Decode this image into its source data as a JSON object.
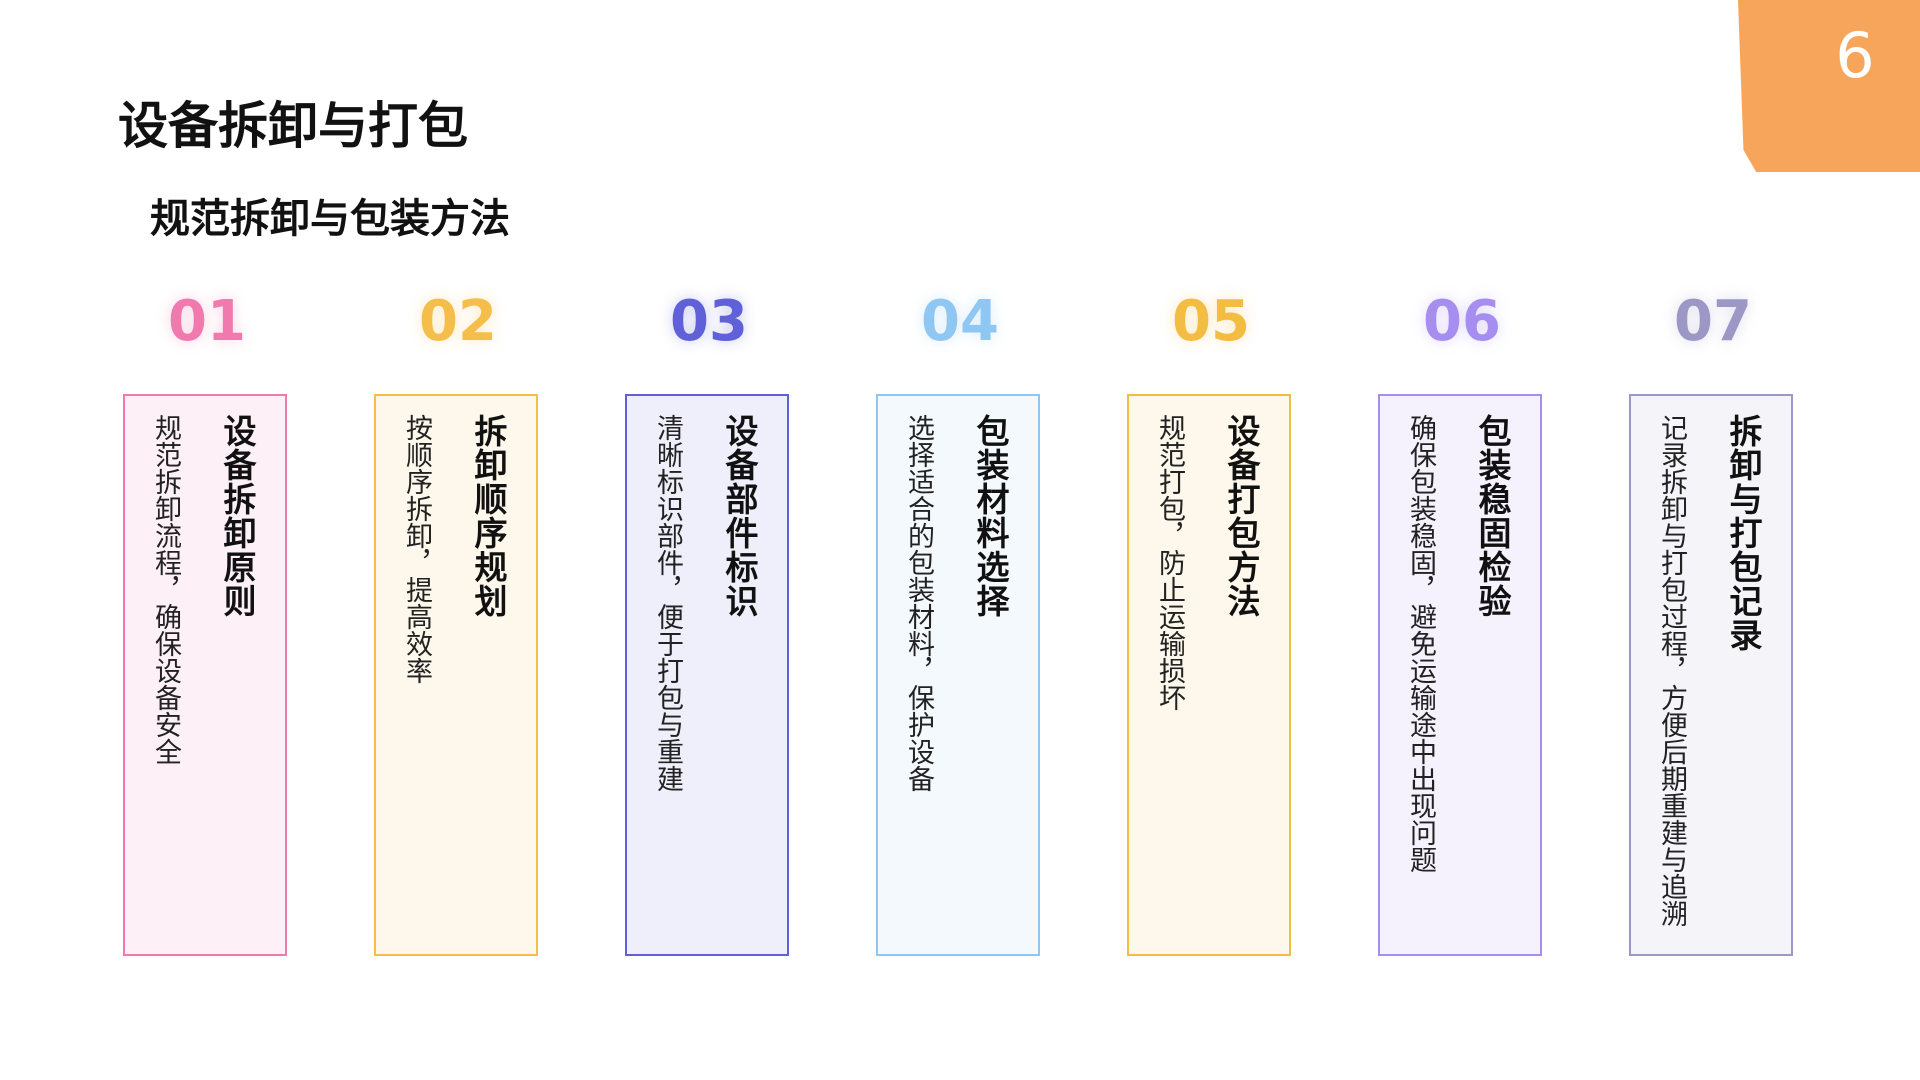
{
  "page_number": "6",
  "title": "设备拆卸与打包",
  "subtitle": "规范拆卸与包装方法",
  "steps": [
    {
      "num": "01",
      "heading": "设备拆卸原则",
      "desc": "规范拆卸流程，确保设备安全",
      "accent": "#f07aad",
      "card_bg": "#fdf0f6"
    },
    {
      "num": "02",
      "heading": "拆卸顺序规划",
      "desc": "按顺序拆卸，提高效率",
      "accent": "#f5be4b",
      "card_bg": "#fef8ec"
    },
    {
      "num": "03",
      "heading": "设备部件标识",
      "desc": "清晰标识部件，便于打包与重建",
      "accent": "#6060d8",
      "card_bg": "#efeffb"
    },
    {
      "num": "04",
      "heading": "包装材料选择",
      "desc": "选择适合的包装材料，保护设备",
      "accent": "#8fc7f2",
      "card_bg": "#f4f9fd"
    },
    {
      "num": "05",
      "heading": "设备打包方法",
      "desc": "规范打包，防止运输损坏",
      "accent": "#f3bc42",
      "card_bg": "#fef8ec"
    },
    {
      "num": "06",
      "heading": "包装稳固检验",
      "desc": "确保包装稳固，避免运输途中出现问题",
      "accent": "#a58ef0",
      "card_bg": "#f5f2fd"
    },
    {
      "num": "07",
      "heading": "拆卸与打包记录",
      "desc": "记录拆卸与打包过程，方便后期重建与追溯",
      "accent": "#9b98c6",
      "card_bg": "#f4f4f9"
    }
  ]
}
